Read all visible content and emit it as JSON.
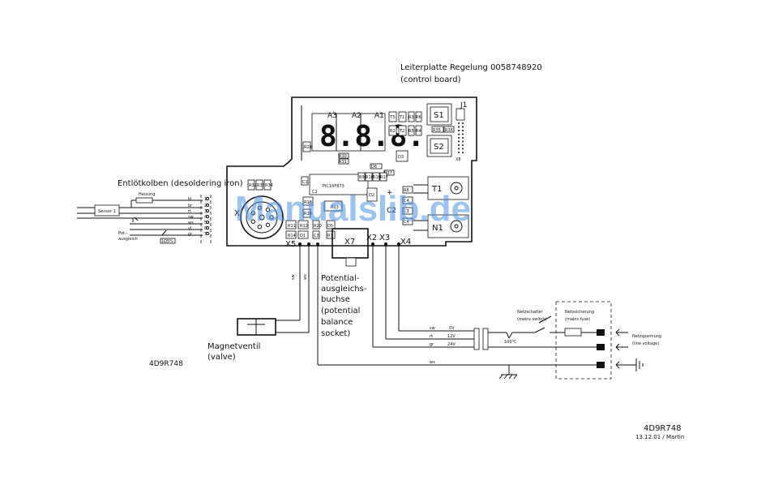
{
  "board": {
    "title": "Leiterplatte Regelung  0058748920",
    "subtitle": "(control board)",
    "digits": "8.8.8.",
    "display_labels": [
      "A3",
      "A2",
      "A1"
    ],
    "switches": [
      "S1",
      "S2"
    ],
    "jumper": "J1",
    "x8": "X8",
    "ic": "PIC16F873",
    "transformer": "T1",
    "triac": "N1",
    "connector_x7": "X7",
    "terminals": [
      "X5",
      "X2",
      "X3",
      "X4"
    ],
    "parts": [
      "T3",
      "T1",
      "R3",
      "R6",
      "R2",
      "T2",
      "R5",
      "R4",
      "R35",
      "R36",
      "R28",
      "R30",
      "R31",
      "R37",
      "D3",
      "D6",
      "D5",
      "R8",
      "D2",
      "C2",
      "C1",
      "R32",
      "R33",
      "R34",
      "R9",
      "R10",
      "R16",
      "R17",
      "R18",
      "R19",
      "R20",
      "R11",
      "R12",
      "R13",
      "R14",
      "D1",
      "C3",
      "C4",
      "R7"
    ]
  },
  "iron": {
    "title": "Entlötkolben (desoldering iron)",
    "heater": "Heizung",
    "sensor": "Sensor 1",
    "pot": "Pot.-",
    "pot2": "ausgleich",
    "pins": [
      "1",
      "2",
      "3",
      "4",
      "5",
      "6",
      "7"
    ],
    "wires": [
      "bl",
      "br",
      "rt",
      "sw",
      "ws",
      "vl",
      "gr"
    ],
    "resistor": "1Ω5%",
    "plug": "X"
  },
  "valve": {
    "wires": [
      "sw",
      "ws"
    ],
    "title": "Magnetventil",
    "subtitle": "(valve)"
  },
  "socket": {
    "lines": [
      "Potential-",
      "ausgleichs-",
      "buchse",
      "(potential",
      "balance",
      "socket)"
    ]
  },
  "mains": {
    "wires": [
      "sw",
      "rt",
      "gr",
      "ws"
    ],
    "voltages": [
      "0V",
      "12V",
      "24V"
    ],
    "thermal": "100°C",
    "switch_label": "Netzschalter",
    "switch_label_en": "(mains switch)",
    "fuse_label": "Netzsicherung",
    "fuse_label_en": "(mains fuse)",
    "supply_label": "Netzspannung",
    "supply_label_en": "(line voltage)"
  },
  "footer": {
    "code_left": "4D9R748",
    "code_right": "4D9R748",
    "date": "13.12.01 / Martin"
  },
  "watermark": "Manualslib.de"
}
